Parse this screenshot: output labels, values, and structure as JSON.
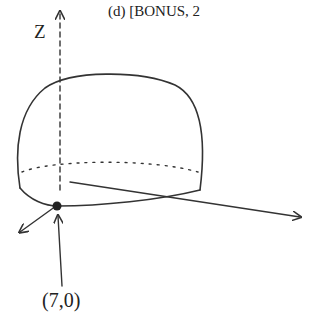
{
  "diagram": {
    "labels": [
      "(d) [BONUS, 2",
      "Z",
      "(7,0)"
    ]
  }
}
